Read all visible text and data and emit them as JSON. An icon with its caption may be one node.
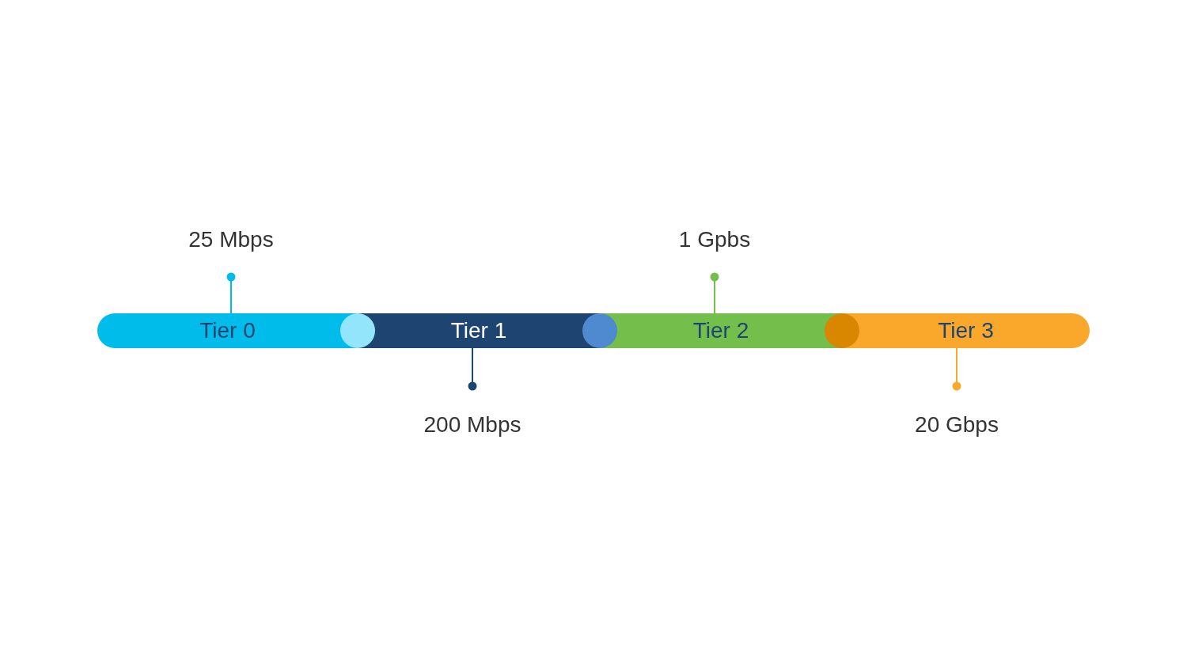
{
  "diagram": {
    "nodes": [
      {
        "text": [
          "25 Mbps"
        ]
      },
      {
        "text": [
          "1 Gpbs"
        ]
      },
      {
        "text": [
          "Tier 0"
        ]
      },
      {
        "text": [
          "Tier 1"
        ]
      },
      {
        "text": [
          "Tier 2"
        ]
      },
      {
        "text": [
          "Tier 3"
        ]
      },
      {
        "text": [
          "200 Mbps"
        ]
      },
      {
        "text": [
          "20 Gbps"
        ]
      }
    ],
    "edges": [
      {
        "from": 0,
        "to": 2,
        "arrow": "other",
        "color": "#00bceb"
      },
      {
        "from": 6,
        "to": 3,
        "arrow": "other",
        "color": "#1e4471"
      },
      {
        "from": 1,
        "to": 4,
        "arrow": "other",
        "color": "#74bf4b"
      },
      {
        "from": 7,
        "to": 5,
        "arrow": "other",
        "color": "#f9a82b"
      }
    ]
  }
}
